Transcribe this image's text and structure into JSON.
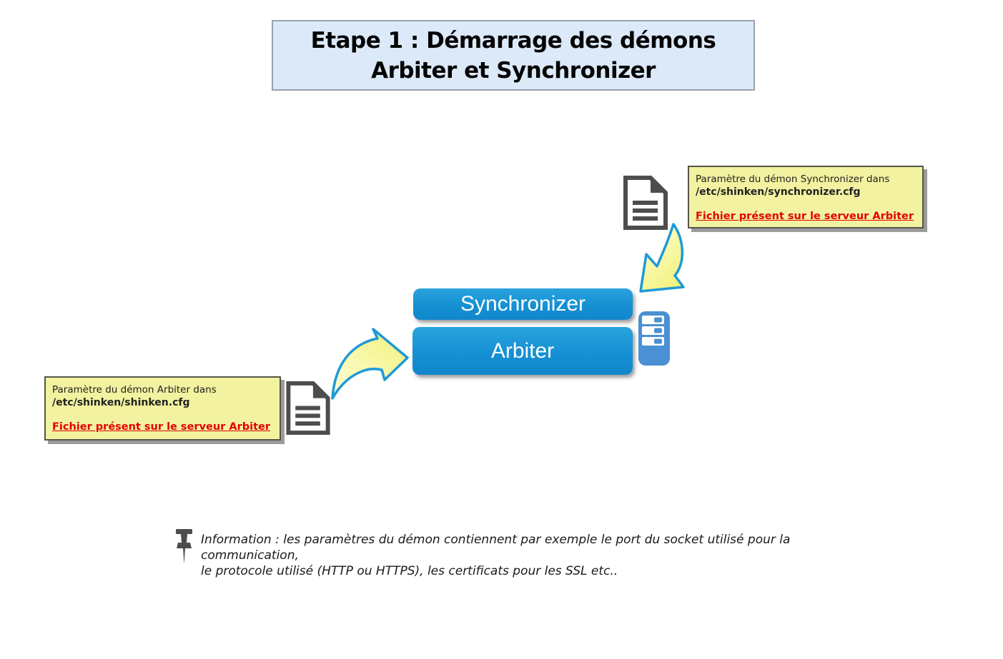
{
  "title": {
    "line1": "Etape 1 : Démarrage des démons",
    "line2": "Arbiter et Synchronizer"
  },
  "notes": {
    "synchronizer": {
      "line1": "Paramètre du démon Synchronizer dans",
      "path": "/etc/shinken/synchronizer.cfg",
      "link": "Fichier présent sur le serveur Arbiter"
    },
    "arbiter": {
      "line1": "Paramètre du démon Arbiter dans",
      "path": "/etc/shinken/shinken.cfg",
      "link": "Fichier présent sur le serveur Arbiter"
    }
  },
  "daemons": {
    "synchronizer_label": "Synchronizer",
    "arbiter_label": "Arbiter"
  },
  "info": {
    "line1": "Information : les paramètres du démon contiennent par exemple le port du socket utilisé pour la communication,",
    "line2": "le protocole utilisé (HTTP ou HTTPS), les certificats pour les SSL etc.."
  },
  "icons": {
    "document": "config-file-document-icon",
    "server": "server-icon",
    "pushpin": "pushpin-icon",
    "arrow": "curved-arrow"
  },
  "colors": {
    "title_bg": "#dce9f8",
    "note_bg": "#f2f2a0",
    "daemon_blue": "#1591d3",
    "server_blue": "#4a90d2",
    "link_red": "#e60000",
    "arrow_outline_blue": "#1e9ad6",
    "arrow_fill_yellow": "#f6f690",
    "icon_gray": "#4d4d4d"
  }
}
